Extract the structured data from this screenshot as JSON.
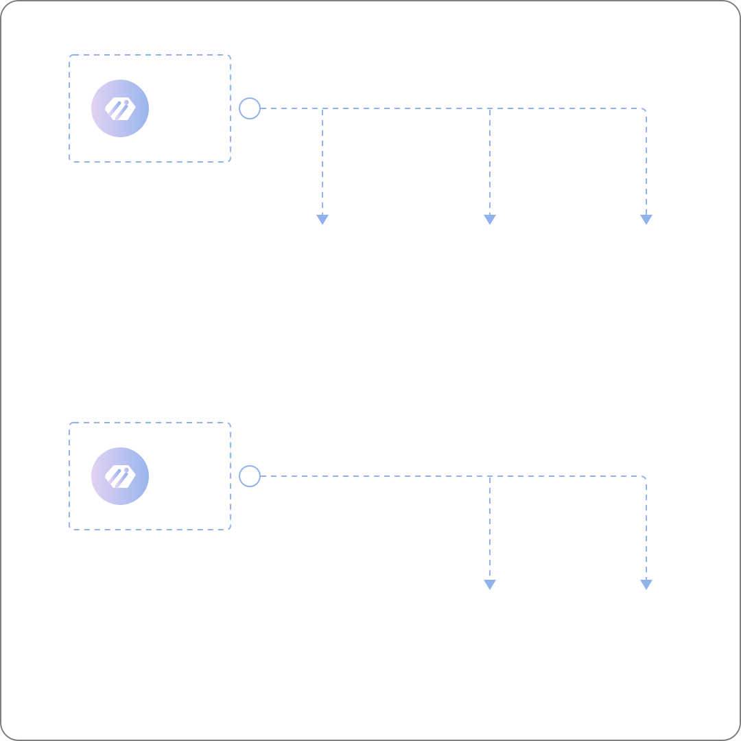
{
  "colors": {
    "frame": "#7f7f7f",
    "background": "#ffffff",
    "connector": "#8fb2ea",
    "arrow": "#8fb2ea",
    "logo_gradient_start": "#e2d2f4",
    "logo_gradient_end": "#9ab5ec",
    "logo_mark": "#ffffff"
  },
  "diagram": {
    "groups": [
      {
        "id": "group-1",
        "icon": "hexagon-logo-icon",
        "branch_count": 3
      },
      {
        "id": "group-2",
        "icon": "hexagon-logo-icon",
        "branch_count": 2
      }
    ]
  }
}
